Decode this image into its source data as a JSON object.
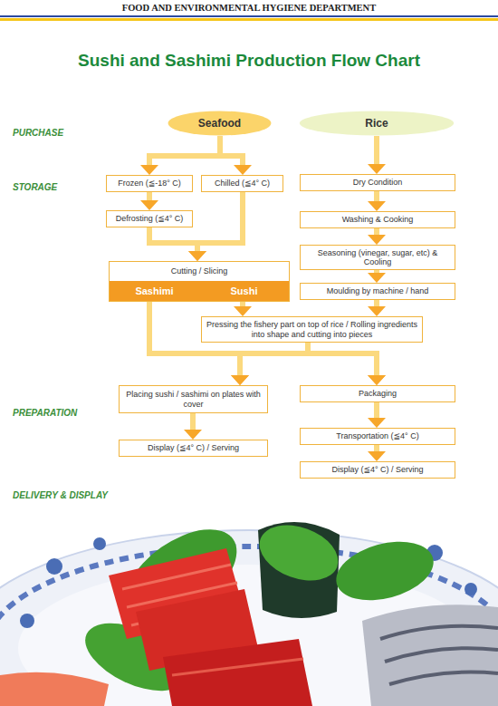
{
  "diagram": {
    "title": "Sushi and Sashimi Production Flow Chart",
    "nodes": [
      {
        "text": [
          "Seafood"
        ]
      },
      {
        "text": [
          "Rice"
        ]
      },
      {
        "text": [
          "Frozen (≦-18° C)"
        ]
      },
      {
        "text": [
          "Chilled (≦4° C)"
        ]
      },
      {
        "text": [
          "Dry Condition"
        ]
      },
      {
        "text": [
          "Defrosting (≦4° C)"
        ]
      },
      {
        "text": [
          "Washing & Cooking"
        ]
      },
      {
        "text": [
          "Seasoning (vinegar, sugar, etc) & Cooling"
        ]
      },
      {
        "text": [
          "Cutting / Slicing"
        ]
      },
      {
        "text": [
          "Sashimi"
        ],
        "in": 8
      },
      {
        "text": [
          "Sushi"
        ],
        "in": 8
      },
      {
        "text": [
          "Moulding by machine / hand"
        ]
      },
      {
        "text": [
          "Pressing the fishery part on top of rice / Rolling ingredients into shape and cutting into pieces"
        ]
      },
      {
        "text": [
          "Placing sushi / sashimi on plates with cover"
        ]
      },
      {
        "text": [
          "Packaging"
        ]
      },
      {
        "text": [
          "Display (≦4° C) / Serving"
        ]
      },
      {
        "text": [
          "Transportation (≦4° C)"
        ]
      },
      {
        "text": [
          "Display (≦4° C) / Serving"
        ]
      }
    ],
    "edges": [
      {
        "from": 0,
        "to": 2,
        "arrow": "to"
      },
      {
        "from": 0,
        "to": 3,
        "arrow": "to"
      },
      {
        "from": 2,
        "to": 5,
        "arrow": "to"
      },
      {
        "from": 5,
        "to": 8,
        "arrow": "to"
      },
      {
        "from": 3,
        "to": 8,
        "arrow": "to"
      },
      {
        "from": 1,
        "to": 4,
        "arrow": "to"
      },
      {
        "from": 4,
        "to": 6,
        "arrow": "to"
      },
      {
        "from": 6,
        "to": 7,
        "arrow": "to"
      },
      {
        "from": 7,
        "to": 11,
        "arrow": "to"
      },
      {
        "from": 11,
        "to": 12,
        "arrow": "to"
      },
      {
        "from": 10,
        "to": 12,
        "arrow": "to"
      },
      {
        "from": 9,
        "to": 13,
        "arrow": "to"
      },
      {
        "from": 9,
        "to": 14,
        "arrow": "to"
      },
      {
        "from": 12,
        "to": 13,
        "arrow": "to"
      },
      {
        "from": 12,
        "to": 14,
        "arrow": "to"
      },
      {
        "from": 13,
        "to": 15,
        "arrow": "to"
      },
      {
        "from": 14,
        "to": 16,
        "arrow": "to"
      },
      {
        "from": 16,
        "to": 17,
        "arrow": "to"
      }
    ],
    "labels": [
      "FOOD AND ENVIRONMENTAL HYGIENE DEPARTMENT",
      "PURCHASE",
      "STORAGE",
      "PREPARATION",
      "DELIVERY & DISPLAY"
    ]
  }
}
